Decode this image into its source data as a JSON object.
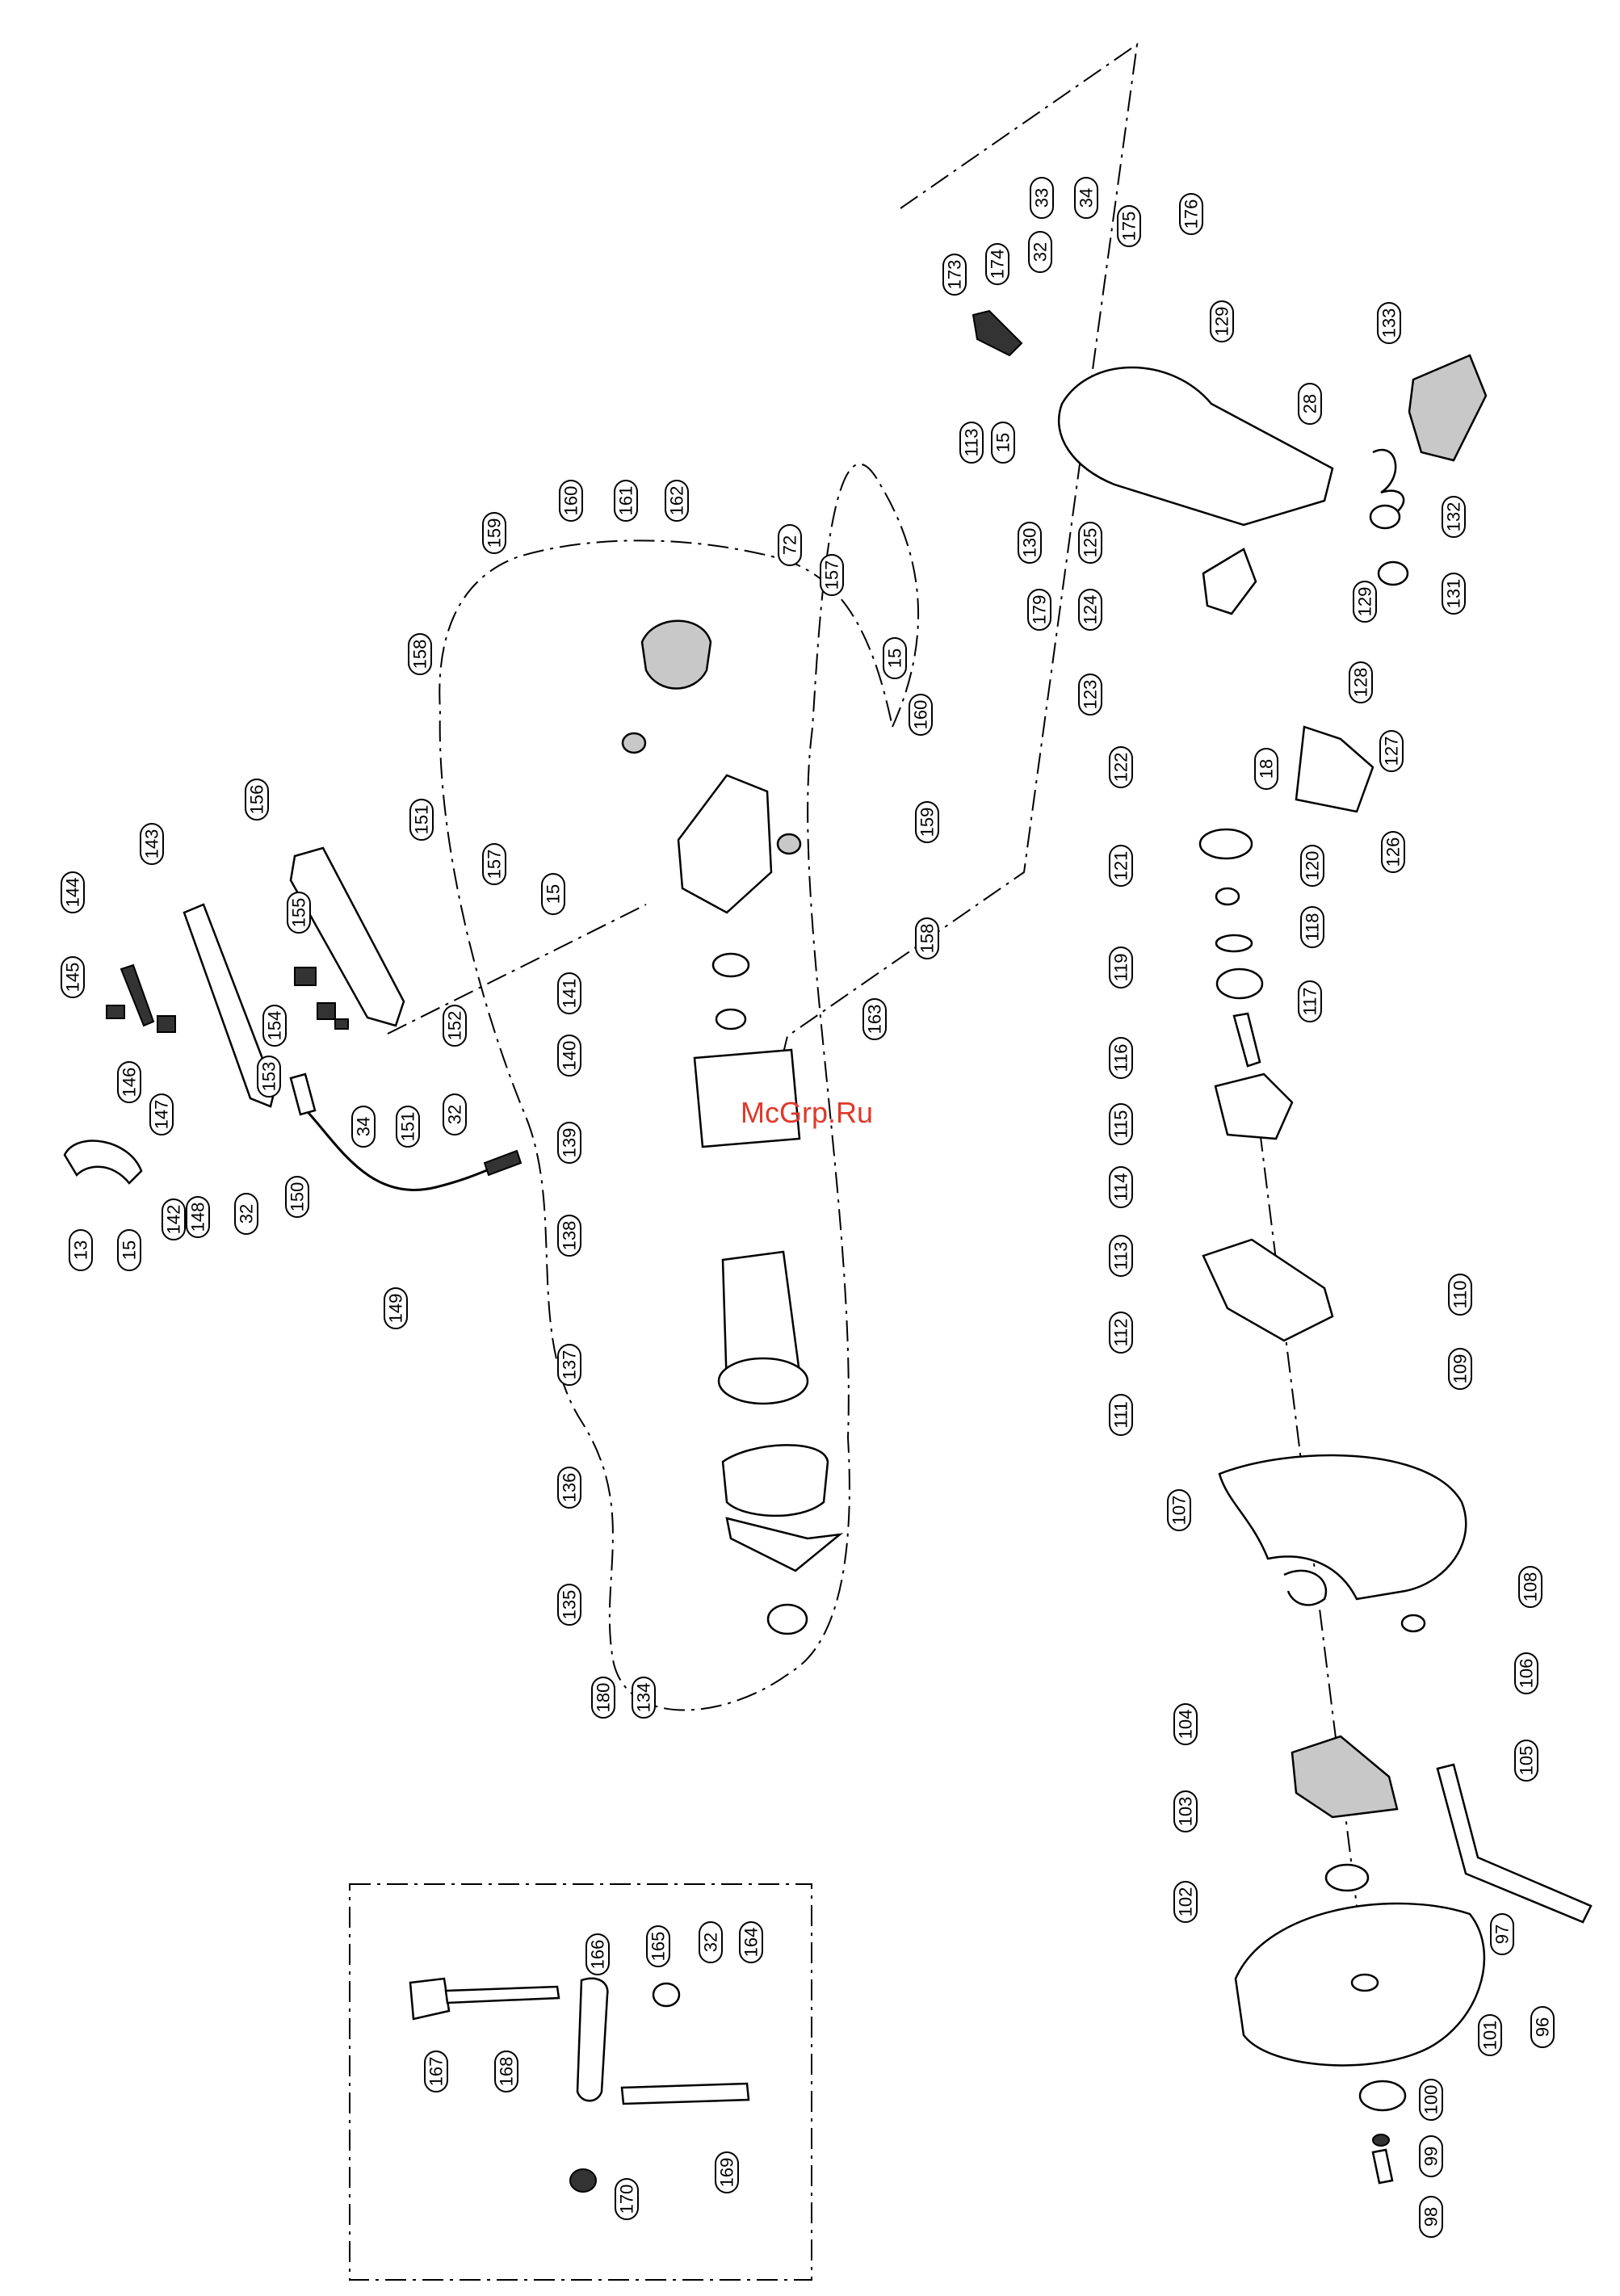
{
  "watermark": {
    "text": "McGrp.Ru",
    "color": "#e0392b"
  },
  "callouts": [
    "13",
    "15",
    "142",
    "148",
    "32",
    "150",
    "149",
    "147",
    "146",
    "145",
    "144",
    "143",
    "153",
    "34",
    "151",
    "32",
    "152",
    "154",
    "155",
    "156",
    "151",
    "159",
    "160",
    "161",
    "162",
    "72",
    "157",
    "158",
    "157",
    "15",
    "15",
    "160",
    "159",
    "158",
    "163",
    "141",
    "140",
    "139",
    "138",
    "137",
    "136",
    "135",
    "180",
    "134",
    "173",
    "174",
    "32",
    "33",
    "34",
    "175",
    "176",
    "113",
    "15",
    "129",
    "133",
    "28",
    "132",
    "130",
    "125",
    "179",
    "129",
    "131",
    "124",
    "128",
    "127",
    "123",
    "18",
    "126",
    "122",
    "121",
    "120",
    "119",
    "118",
    "117",
    "116",
    "115",
    "114",
    "113",
    "112",
    "110",
    "111",
    "109",
    "108",
    "107",
    "106",
    "105",
    "104",
    "103",
    "97",
    "102",
    "96",
    "101",
    "100",
    "99",
    "98",
    "167",
    "168",
    "166",
    "165",
    "32",
    "164",
    "169",
    "170"
  ]
}
